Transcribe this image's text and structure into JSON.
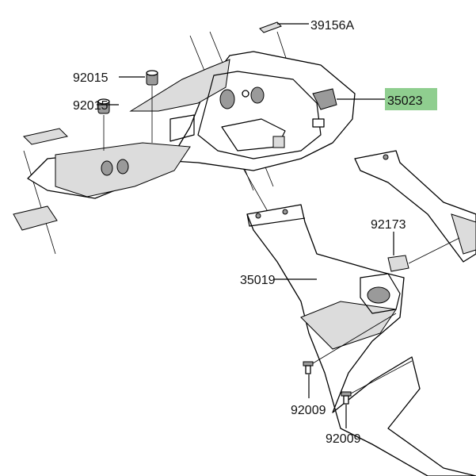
{
  "diagram": {
    "title": "Rear fender / tail cowl parts diagram",
    "highlight_color": "#8fce8f",
    "callouts": [
      {
        "id": "39156A",
        "part": "pad"
      },
      {
        "id": "92015",
        "part": "grommet-upper"
      },
      {
        "id": "92015",
        "part": "grommet-lower"
      },
      {
        "id": "35023",
        "part": "tail-cover",
        "highlighted": true
      },
      {
        "id": "92173",
        "part": "clamp"
      },
      {
        "id": "35019",
        "part": "rear-fender"
      },
      {
        "id": "92009",
        "part": "screw-left"
      },
      {
        "id": "92009",
        "part": "screw-right"
      }
    ]
  }
}
